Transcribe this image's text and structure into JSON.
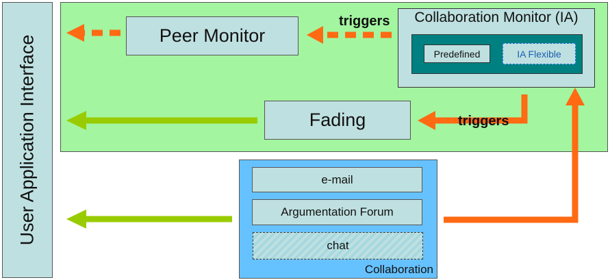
{
  "ui_panel": {
    "label": "User Application Interface"
  },
  "peer_monitor": {
    "label": "Peer Monitor"
  },
  "fading": {
    "label": "Fading"
  },
  "collab_monitor": {
    "title": "Collaboration Monitor (IA)",
    "predefined": "Predefined",
    "ia_flexible": "IA Flexible"
  },
  "collaboration": {
    "label": "Collaboration",
    "items": [
      "e-mail",
      "Argumentation Forum",
      "chat"
    ]
  },
  "triggers_top": "triggers",
  "triggers_mid": "triggers",
  "colors": {
    "green_area": "#a3f5a0",
    "box_fill": "#bfe0e0",
    "teal": "#008080",
    "collab_blue": "#66c2ff",
    "orange_arrow": "#ff6a13",
    "green_arrow": "#99cc00"
  }
}
